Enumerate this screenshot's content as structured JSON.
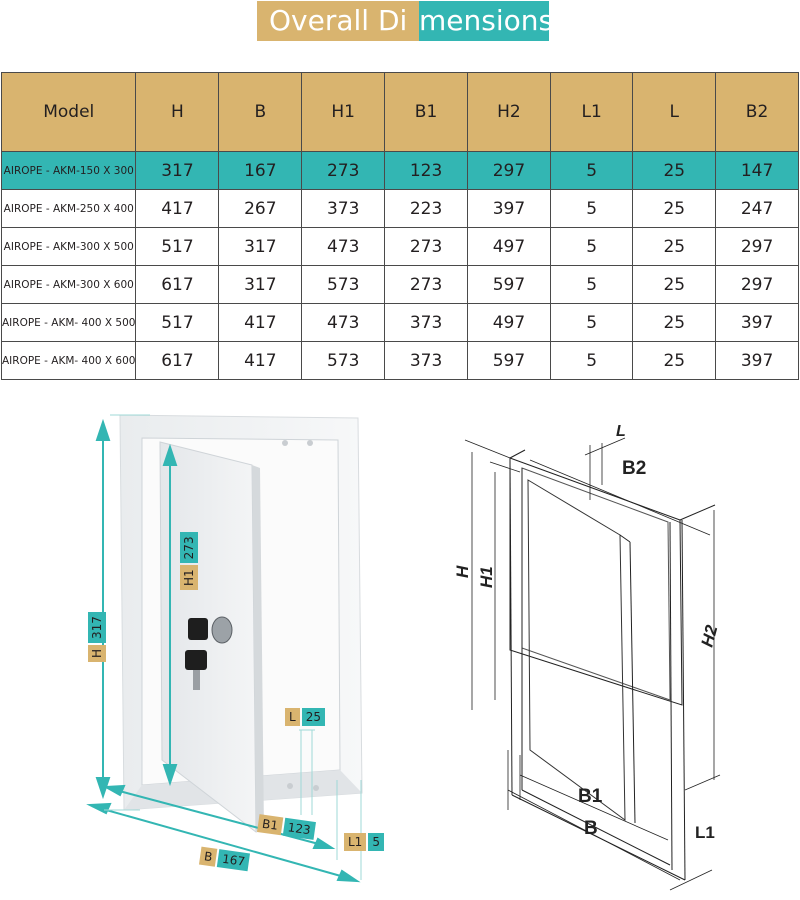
{
  "header": {
    "title_part1": "Overall Di",
    "title_part2": "mensions",
    "colors": {
      "gold": "#d9b46f",
      "teal": "#33b6b3"
    }
  },
  "table": {
    "columns": [
      "Model",
      "H",
      "B",
      "H1",
      "B1",
      "H2",
      "L1",
      "L",
      "B2"
    ],
    "rows": [
      {
        "model": "AIROPE - AKM-150 X 300",
        "H": "317",
        "B": "167",
        "H1": "273",
        "B1": "123",
        "H2": "297",
        "L1": "5",
        "L": "25",
        "B2": "147",
        "highlighted": true
      },
      {
        "model": "AIROPE - AKM-250 X 400",
        "H": "417",
        "B": "267",
        "H1": "373",
        "B1": "223",
        "H2": "397",
        "L1": "5",
        "L": "25",
        "B2": "247"
      },
      {
        "model": "AIROPE - AKM-300 X 500",
        "H": "517",
        "B": "317",
        "H1": "473",
        "B1": "273",
        "H2": "497",
        "L1": "5",
        "L": "25",
        "B2": "297"
      },
      {
        "model": "AIROPE - AKM-300 X 600",
        "H": "617",
        "B": "317",
        "H1": "573",
        "B1": "273",
        "H2": "597",
        "L1": "5",
        "L": "25",
        "B2": "297"
      },
      {
        "model": "AIROPE - AKM- 400 X 500",
        "H": "517",
        "B": "417",
        "H1": "473",
        "B1": "373",
        "H2": "497",
        "L1": "5",
        "L": "25",
        "B2": "397"
      },
      {
        "model": "AIROPE - AKM- 400 X 600",
        "H": "617",
        "B": "417",
        "H1": "573",
        "B1": "373",
        "H2": "597",
        "L1": "5",
        "L": "25",
        "B2": "397"
      }
    ]
  },
  "photo_labels": {
    "H": {
      "key": "H",
      "value": "317"
    },
    "H1": {
      "key": "H1",
      "value": "273"
    },
    "L": {
      "key": "L",
      "value": "25"
    },
    "B1": {
      "key": "B1",
      "value": "123"
    },
    "L1": {
      "key": "L1",
      "value": "5"
    },
    "B": {
      "key": "B",
      "value": "167"
    }
  },
  "drawing_labels": {
    "H": "H",
    "H1": "H1",
    "H2": "H2",
    "B": "B",
    "B1": "B1",
    "B2": "B2",
    "L": "L",
    "L1": "L1"
  }
}
